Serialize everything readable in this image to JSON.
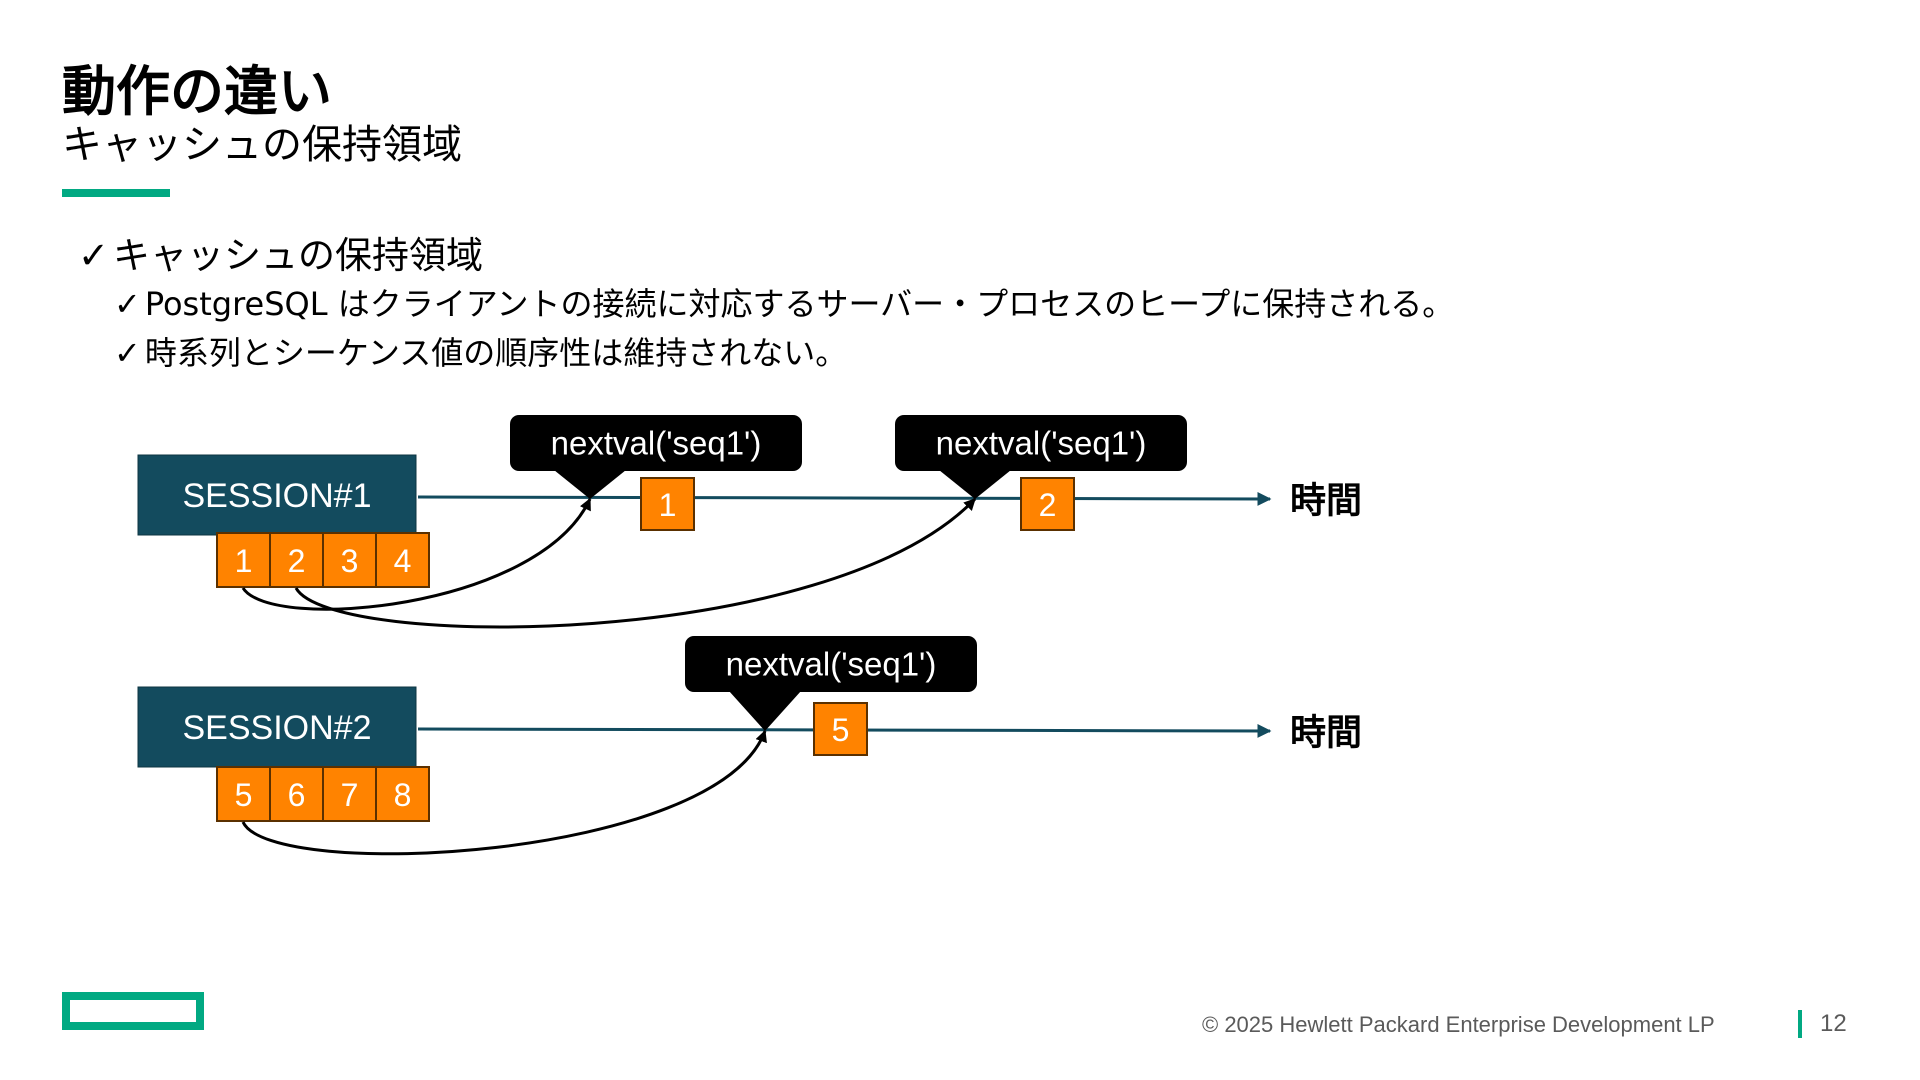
{
  "slide": {
    "title": "動作の違い",
    "subtitle": "キャッシュの保持領域"
  },
  "bullets": {
    "check": "✓",
    "main": "キャッシュの保持領域",
    "sub1": "PostgreSQL はクライアントの接続に対応するサーバー・プロセスのヒープに保持される。",
    "sub2": "時系列とシーケンス値の順序性は維持されない。"
  },
  "diagram": {
    "sessions": [
      {
        "label": "SESSION#1",
        "cache": [
          "1",
          "2",
          "3",
          "4"
        ],
        "calls": [
          {
            "label": "nextval('seq1')",
            "result": "1",
            "from_cache_index": 0
          },
          {
            "label": "nextval('seq1')",
            "result": "2",
            "from_cache_index": 1
          }
        ]
      },
      {
        "label": "SESSION#2",
        "cache": [
          "5",
          "6",
          "7",
          "8"
        ],
        "calls": [
          {
            "label": "nextval('seq1')",
            "result": "5",
            "from_cache_index": 0
          }
        ]
      }
    ],
    "time_label": "時間",
    "colors": {
      "session_fill": "#134b5e",
      "session_text": "#ffffff",
      "value_fill": "#ff8300",
      "value_text": "#ffffff",
      "callout_fill": "#000000",
      "callout_text": "#ffffff",
      "timeline": "#134b5e",
      "curve": "#000000"
    }
  },
  "footer": {
    "copyright": "© 2025 Hewlett Packard Enterprise Development LP",
    "page_number": "12"
  },
  "brand": {
    "accent": "#01a982"
  }
}
